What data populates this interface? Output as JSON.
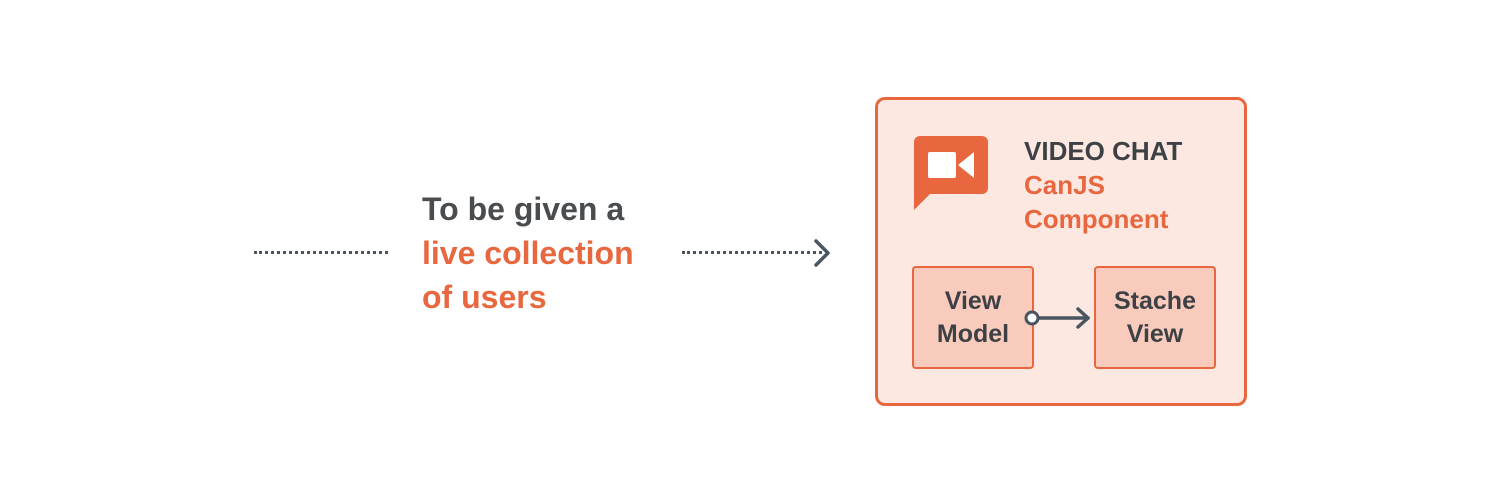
{
  "caption": {
    "line1": "To be given a",
    "line2": "live collection",
    "line3": "of users"
  },
  "component": {
    "title": "VIDEO CHAT",
    "subtitle1": "CanJS",
    "subtitle2": "Component",
    "icon": "video-camera-chat-icon",
    "view_model": {
      "line1": "View",
      "line2": "Model"
    },
    "stache_view": {
      "line1": "Stache",
      "line2": "View"
    }
  },
  "colors": {
    "accent": "#e8673f",
    "box_fill": "#fce7e1",
    "sub_box_fill": "#f9cbbd",
    "text_dark": "#3d4145",
    "line": "#4a5560"
  }
}
